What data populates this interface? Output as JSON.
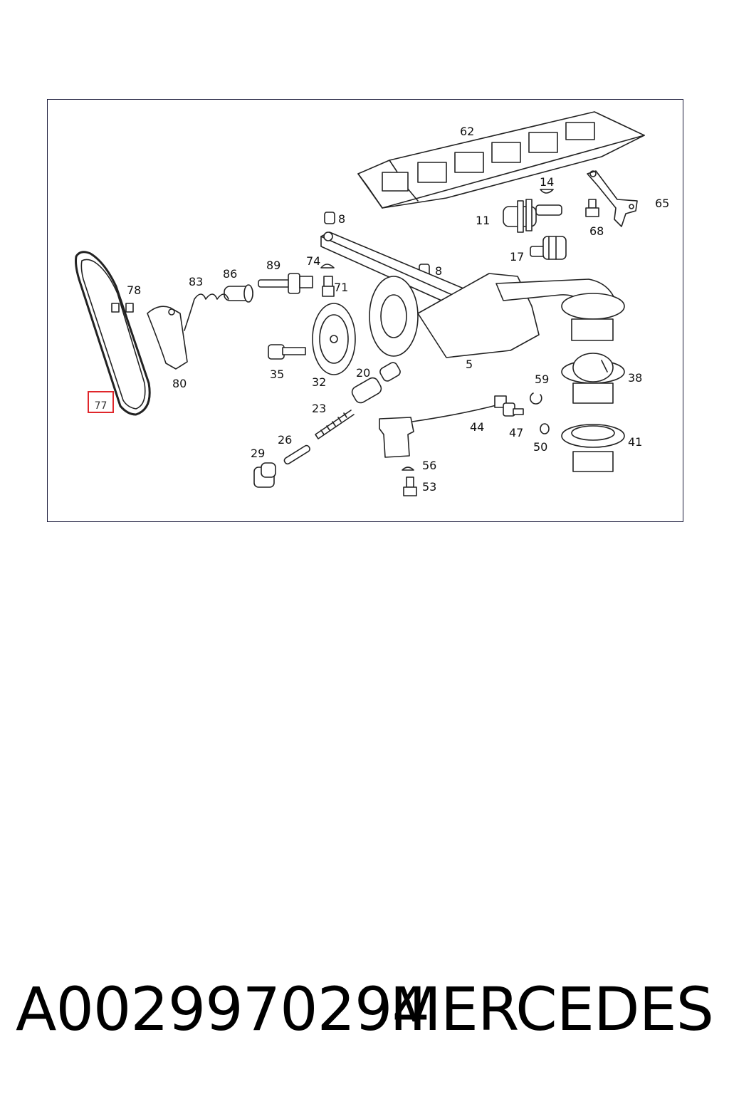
{
  "diagram": {
    "labels": {
      "p62": "62",
      "p14": "14",
      "p65": "65",
      "p11": "11",
      "p68": "68",
      "p8a": "8",
      "p8b": "8",
      "p17": "17",
      "p74": "74",
      "p71": "71",
      "p89": "89",
      "p86": "86",
      "p83": "83",
      "p78": "78",
      "p80": "80",
      "p77": "77",
      "p35": "35",
      "p32": "32",
      "p20": "20",
      "p5": "5",
      "p59": "59",
      "p38": "38",
      "p23": "23",
      "p44": "44",
      "p47": "47",
      "p50": "50",
      "p41": "41",
      "p26": "26",
      "p29": "29",
      "p56": "56",
      "p53": "53"
    },
    "highlight_color": "#e0262b"
  },
  "footer": {
    "part_number": "A0029970294",
    "brand": "MERCEDES"
  }
}
